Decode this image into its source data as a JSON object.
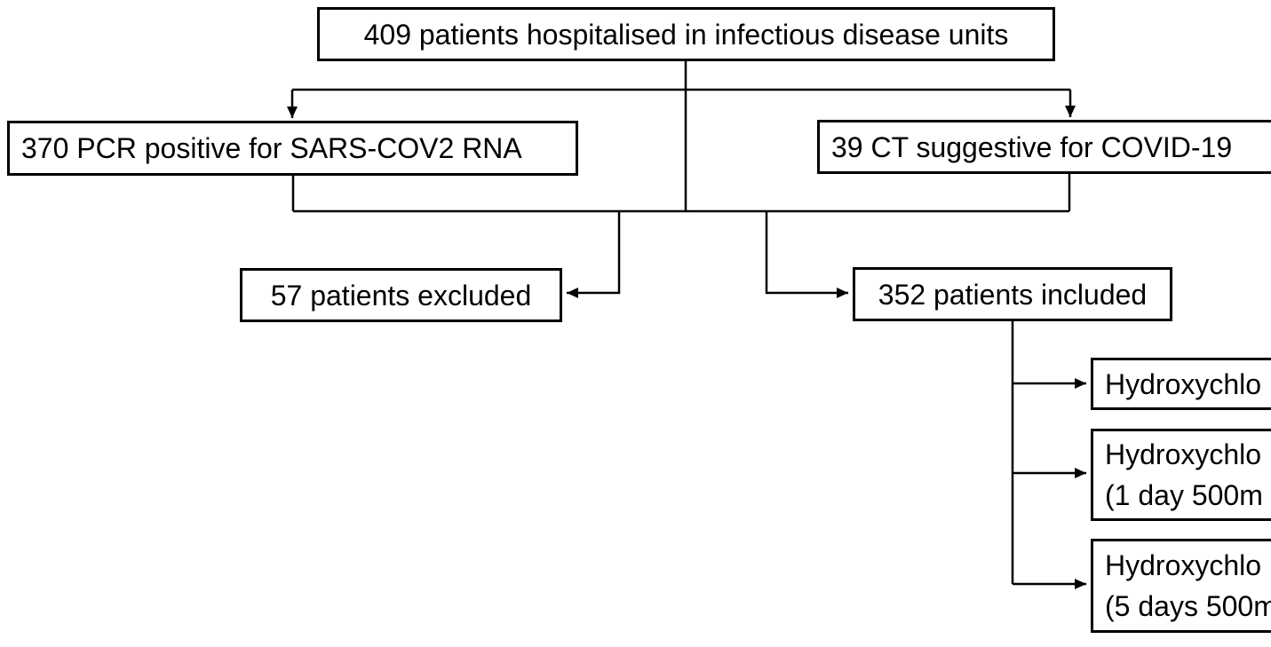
{
  "flowchart": {
    "background_color": "#ffffff",
    "line_color": "#000000",
    "box_fill_color": "#ffffff",
    "box_border_color": "#000000",
    "text_color": "#000000",
    "nodes": {
      "hospitalised": {
        "label": "409 patients hospitalised in infectious disease units"
      },
      "pcr_positive": {
        "label": "370 PCR positive for SARS-COV2 RNA"
      },
      "ct_suggestive": {
        "label": "39 CT suggestive for COVID-19"
      },
      "excluded": {
        "label": "57 patients excluded"
      },
      "included": {
        "label": "352 patients included"
      },
      "hcq_arm_1": {
        "line1": "Hydroxychlo"
      },
      "hcq_arm_2": {
        "line1": "Hydroxychlo",
        "line2": "(1 day 500m"
      },
      "hcq_arm_3": {
        "line1": "Hydroxychlo",
        "line2": "(5 days 500m"
      }
    }
  }
}
